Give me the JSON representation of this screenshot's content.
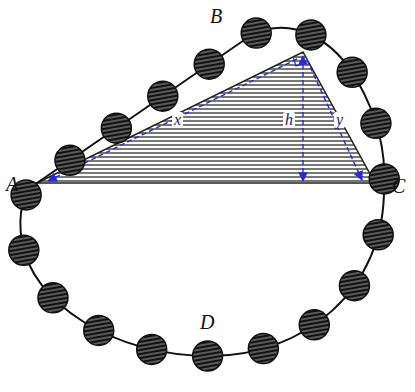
{
  "diagram": {
    "labels": [
      "A",
      "B",
      "C",
      "D",
      "x",
      "h",
      "y"
    ]
  }
}
